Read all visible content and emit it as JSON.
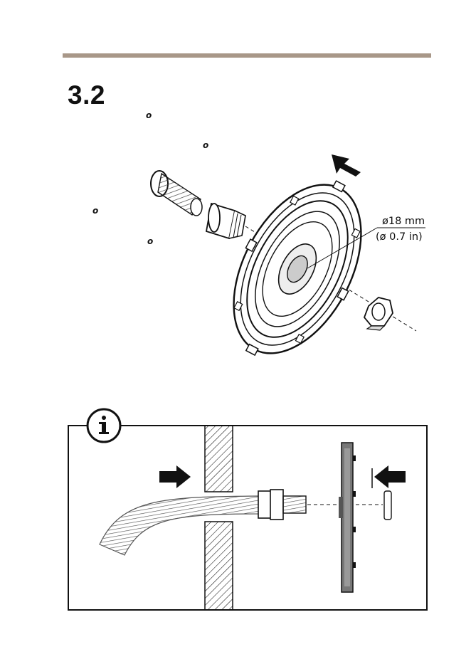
{
  "section": {
    "number": "3.2"
  },
  "steps": {
    "marks": [
      "o",
      "o",
      "o",
      "o"
    ]
  },
  "dimension": {
    "metric": "ø18 mm",
    "imperial": "(ø 0.7 in)"
  },
  "info_box": {
    "icon": "info-icon"
  },
  "colors": {
    "rule": "#a89788",
    "ink": "#111111"
  }
}
